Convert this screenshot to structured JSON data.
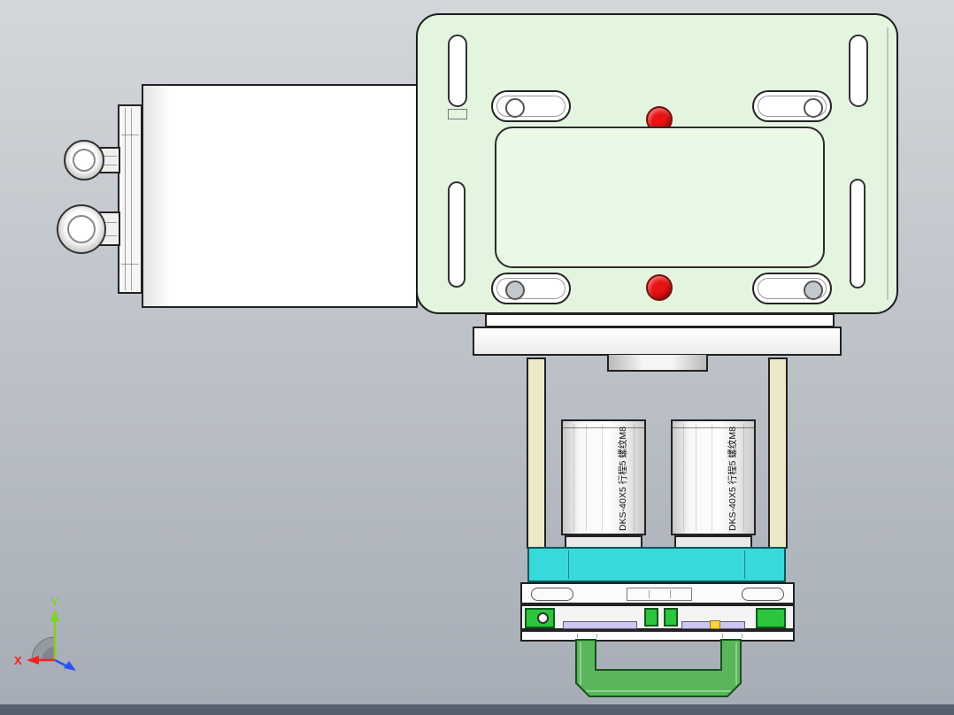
{
  "viewport": {
    "background_top": "#d3d7db",
    "background_bottom": "#a6acb5",
    "footer_color": "#57616d"
  },
  "colors": {
    "plate_green": "#e3f5df",
    "pocket_green": "#eaf8e6",
    "indicator_red": "#e81212",
    "rail_tan": "#ede8c6",
    "cyan_block": "#38d9da",
    "clamp_green": "#2bc53e",
    "guide_lavender": "#ccc7f0",
    "sensor_yellow": "#ffd23e",
    "handle_green": "#59b65b"
  },
  "labels": {
    "cylinder_left": "DKS-40X5 行程5 螺纹M8",
    "cylinder_right": "DKS-40X5 行程5 螺纹M8"
  },
  "axis_triad": {
    "x_label": "X",
    "y_label": "Y",
    "x_color": "#f32222",
    "y_color": "#7ed321",
    "z_color": "#2a52f0"
  }
}
